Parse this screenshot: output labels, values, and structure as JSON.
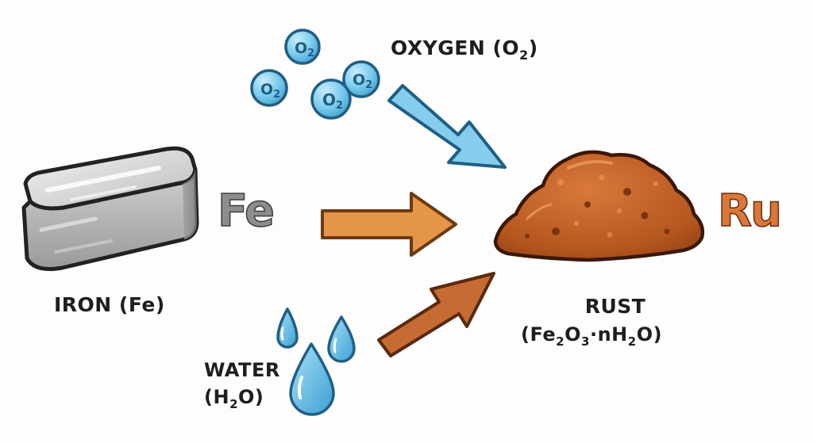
{
  "iron": {
    "label_main": "IRON (Fe)",
    "symbol": "Fe",
    "symbol_color": "#8d8d8d"
  },
  "oxygen": {
    "label_prefix": "OXYGEN (O",
    "label_sub": "2",
    "label_suffix": ")",
    "molecule_main": "O",
    "molecule_sub": "2",
    "molecule_color": "#6cc6ea"
  },
  "water": {
    "label_line1": "WATER",
    "label_line2_prefix": "(H",
    "label_line2_sub": "2",
    "label_line2_suffix": "O)",
    "drop_color": "#6cc4ec"
  },
  "rust": {
    "label_line1": "RUST",
    "formula_parts": [
      "(Fe",
      "2",
      "O",
      "3",
      "·nH",
      "2",
      "O)"
    ],
    "symbol": "Ru",
    "symbol_color": "#d9783a",
    "pile_color": "#bb5a26"
  },
  "arrows": {
    "oxygen_color": "#86ccec",
    "iron_color": "#e59548",
    "water_color": "#c76b34"
  }
}
